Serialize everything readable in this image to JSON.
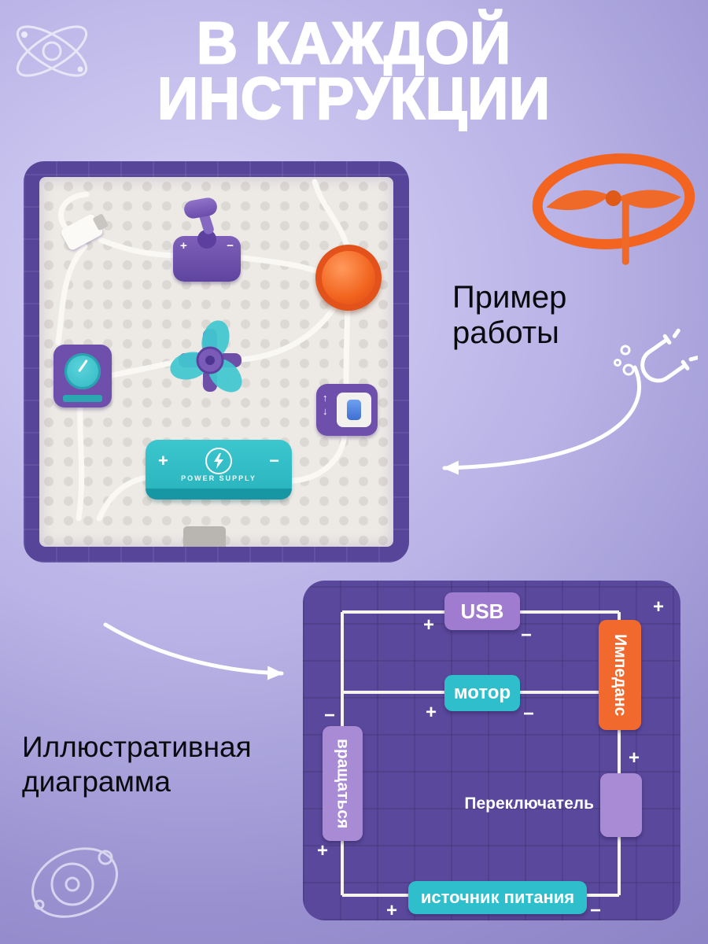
{
  "title": {
    "line1": "В КАЖДОЙ",
    "line2": "ИНСТРУКЦИИ"
  },
  "callouts": {
    "example_line1": "Пример",
    "example_line2": "работы",
    "diagram_line1": "Иллюстративная",
    "diagram_line2": "диаграмма"
  },
  "photo": {
    "power_supply_label": "POWER SUPPLY",
    "plus": "+",
    "minus": "−",
    "arrow_up": "↑",
    "arrow_down": "↓"
  },
  "diagram": {
    "plus": "+",
    "minus": "−",
    "nodes": {
      "usb": {
        "label": "USB",
        "color": "#a07cd0"
      },
      "impedance": {
        "label": "Импеданс",
        "color": "#f2692e"
      },
      "motor": {
        "label": "мотор",
        "color": "#2fbecb"
      },
      "rotate": {
        "label": "вращаться",
        "color": "#a98bd5"
      },
      "switch": {
        "label": "Переключатель",
        "color": "#a98bd5"
      },
      "power": {
        "label": "источник питания",
        "color": "#2fbecb"
      }
    }
  },
  "icons": [
    "atom-icon",
    "propeller-toy",
    "magnet-icon",
    "orbit-icon",
    "lightning-bolt-icon",
    "arrow-to-board",
    "arrow-to-diagram"
  ],
  "colors": {
    "background_light": "#d8d4f6",
    "background_dark": "#8a81c4",
    "frame_purple": "#57459a",
    "panel_purple": "#5a489c",
    "orange": "#f2641f",
    "teal": "#2fbecb",
    "lilac": "#a98bd5",
    "usb_purple": "#a07cd0",
    "board_white": "#edeae6"
  }
}
